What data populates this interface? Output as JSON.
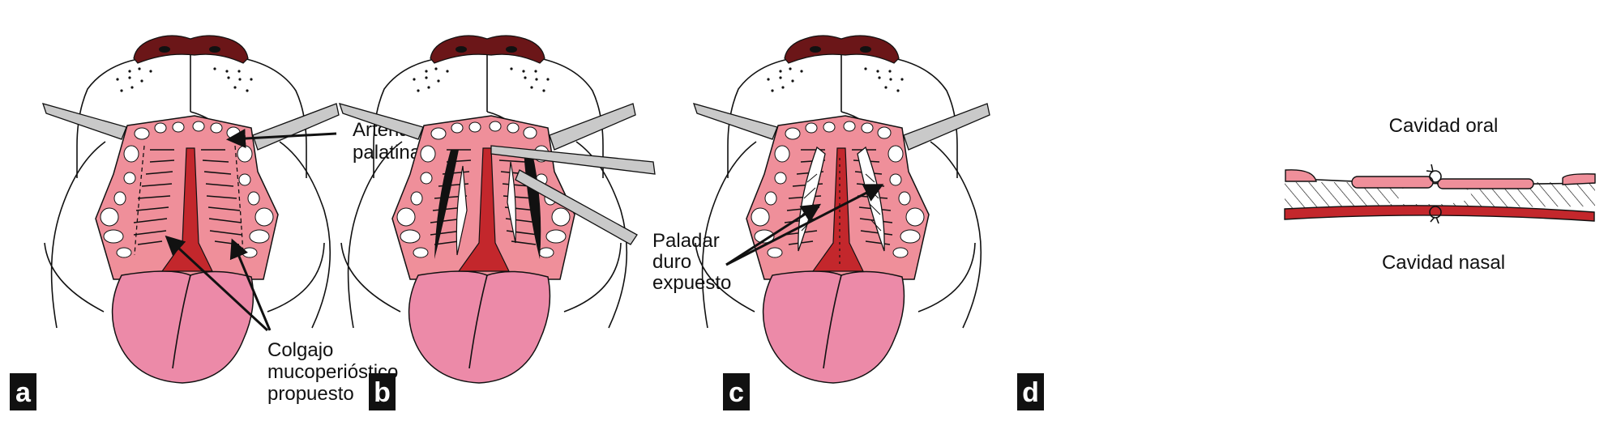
{
  "figure": {
    "panels": [
      {
        "letter": "a",
        "labels": {
          "artery_line1": "Arteria",
          "artery_line2": "palatina",
          "flap_line1": "Colgajo",
          "flap_line2": "mucoperióstico",
          "flap_line3": "propuesto"
        }
      },
      {
        "letter": "b"
      },
      {
        "letter": "c",
        "labels": {
          "line1": "Paladar",
          "line2": "duro",
          "line3": "expuesto"
        }
      },
      {
        "letter": "d",
        "labels": {
          "top": "Cavidad oral",
          "bottom": "Cavidad nasal"
        }
      }
    ],
    "colors": {
      "nose": "#6b1618",
      "palate": "#ef8f9a",
      "artery": "#c3272c",
      "tongue": "#ec8aa8",
      "retractor": "#c9c9c9"
    }
  }
}
